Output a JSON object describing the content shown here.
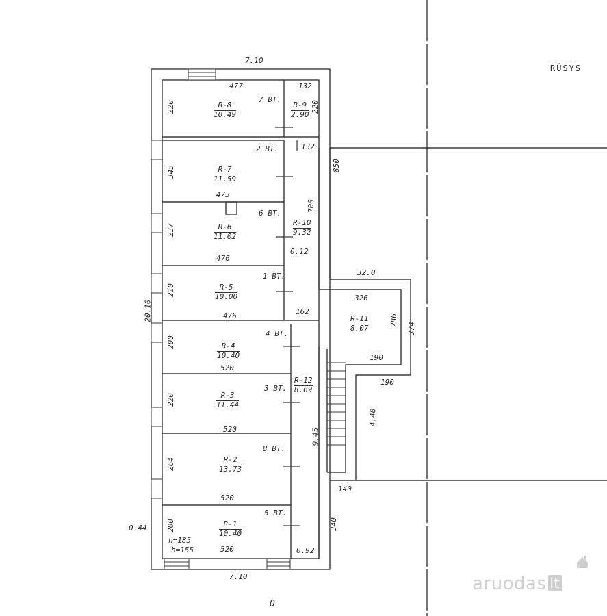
{
  "area_label": "RŪSYS",
  "rooms": [
    {
      "id": "R-8",
      "area": "10.49",
      "tag": "7 BT."
    },
    {
      "id": "R-9",
      "area": "2.90",
      "tag": ""
    },
    {
      "id": "R-7",
      "area": "11.59",
      "tag": "2 BT."
    },
    {
      "id": "R-6",
      "area": "11.02",
      "tag": "6 BT."
    },
    {
      "id": "R-10",
      "area": "9.32",
      "tag": ""
    },
    {
      "id": "R-5",
      "area": "10.00",
      "tag": "1 BT."
    },
    {
      "id": "R-11",
      "area": "8.07",
      "tag": ""
    },
    {
      "id": "R-4",
      "area": "10.40",
      "tag": "4 BT."
    },
    {
      "id": "R-12",
      "area": "8.69",
      "tag": ""
    },
    {
      "id": "R-3",
      "area": "11.44",
      "tag": "3 BT."
    },
    {
      "id": "R-2",
      "area": "13.73",
      "tag": "8 BT."
    },
    {
      "id": "R-1",
      "area": "10.40",
      "tag": "5 BT."
    }
  ],
  "dimensions": {
    "top_total": "7.10",
    "bottom_total": "7.10",
    "left_total": "20.10",
    "r8_width": "477",
    "r9_width_top": "132",
    "r9_height": "220",
    "r9_width_bottom": "132",
    "r8_height": "220",
    "r7_height": "345",
    "r7_width": "473",
    "r6_height": "237",
    "r6_width": "476",
    "r10_height": "706",
    "r10_gap": "0.12",
    "r5_height": "210",
    "r5_width": "476",
    "r10_width": "162",
    "r4_height": "200",
    "r4_width": "520",
    "r3_height": "220",
    "r3_width": "520",
    "r2_height": "264",
    "r2_width": "520",
    "r1_height": "200",
    "r1_width": "520",
    "r1_ceiling_a": "h=185",
    "r1_ceiling_b": "h=155",
    "r12_bottom": "0.92",
    "left_offset": "0.44",
    "corridor_len": "9.45",
    "stair_height": "4.40",
    "r11_outer_width": "32.0",
    "r11_inner_width": "326",
    "r11_height": "286",
    "r11_outer_height": "374",
    "r11_bottom_inner": "190",
    "r11_bottom_outer": "190",
    "side_850": "850",
    "side_140": "140",
    "side_340": "340"
  },
  "mark_o": "O",
  "watermark": {
    "text": "aruodas",
    "badge": "lt"
  }
}
